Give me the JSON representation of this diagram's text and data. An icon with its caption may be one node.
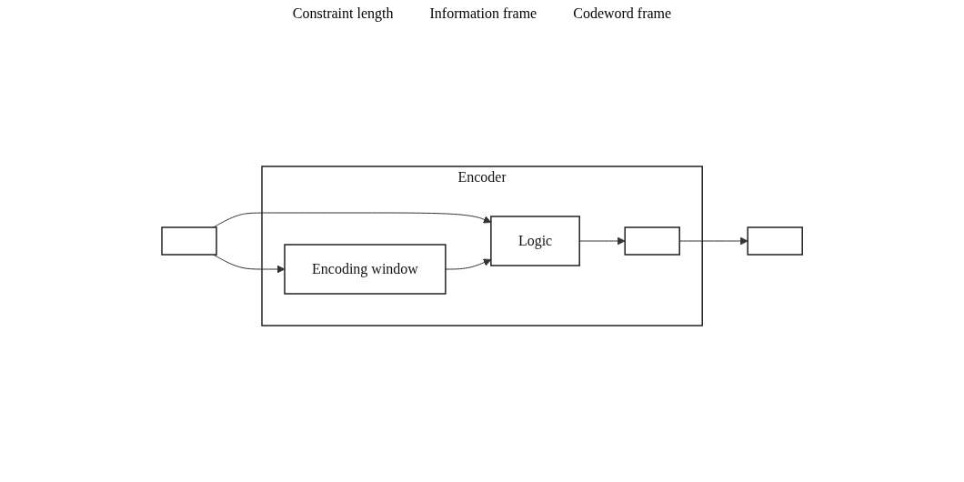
{
  "diagram": {
    "nodes": [
      {
        "text": [
          "Encoder"
        ]
      },
      {
        "text": [
          "Encoding window"
        ],
        "in": 0
      },
      {
        "text": [
          "Logic"
        ],
        "in": 0
      },
      {
        "text": [],
        "shape": "box",
        "in": 0
      },
      {
        "text": [],
        "shape": "box"
      },
      {
        "text": [],
        "shape": "box"
      }
    ],
    "edges": [
      {
        "from": 4,
        "to": 1,
        "arrow": "to"
      },
      {
        "from": 4,
        "to": 2,
        "arrow": "to"
      },
      {
        "from": 1,
        "to": 2,
        "arrow": "to"
      },
      {
        "from": 2,
        "to": 3,
        "arrow": "to"
      },
      {
        "from": 3,
        "to": 5,
        "arrow": "to"
      }
    ],
    "labels": [
      "Constraint length",
      "Information frame",
      "Codeword frame"
    ]
  }
}
